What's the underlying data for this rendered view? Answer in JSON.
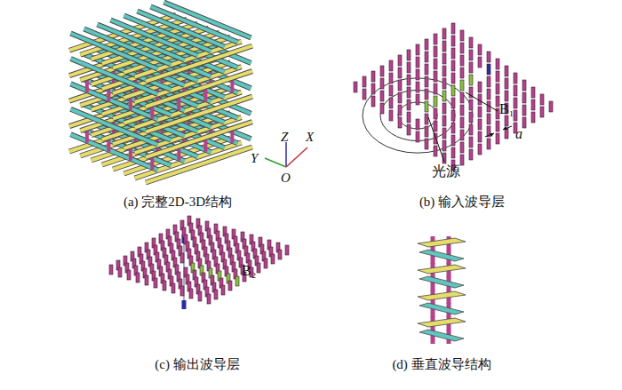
{
  "diagram": {
    "labels": [
      "Z",
      "X",
      "Y",
      "O",
      "(a) 完整2D-3D结构",
      "B₁",
      "a",
      "光源",
      "(b) 输入波导层",
      "B₂",
      "(c) 输出波导层",
      "(d) 垂直波导结构"
    ]
  }
}
